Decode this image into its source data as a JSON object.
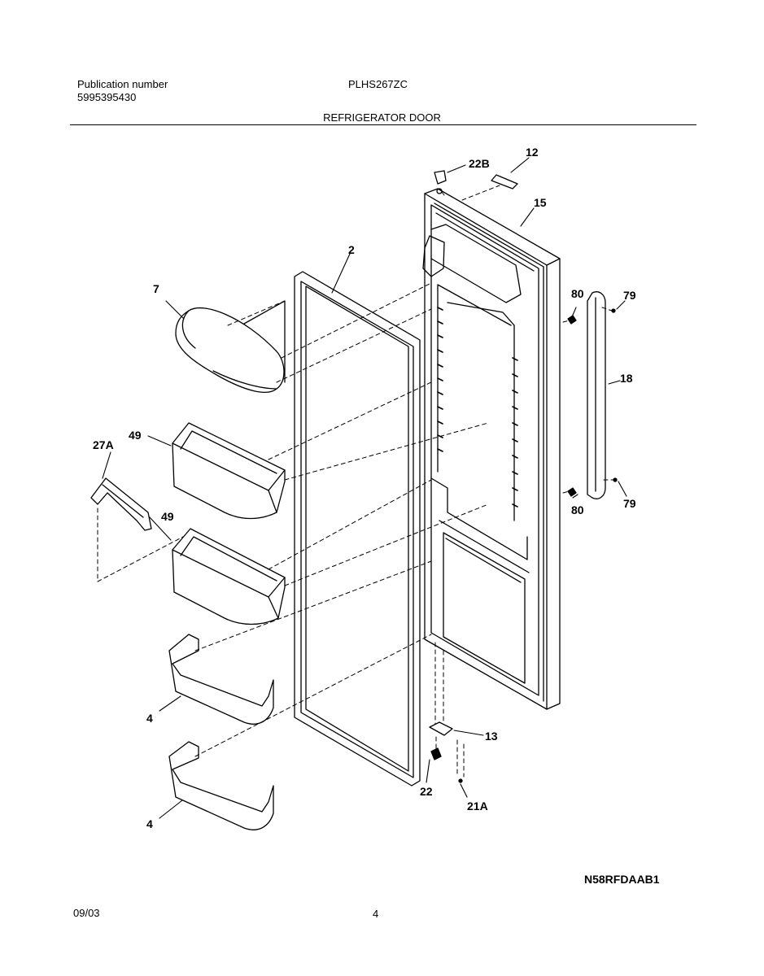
{
  "header": {
    "publication_label": "Publication number",
    "publication_number": "5995395430",
    "model": "PLHS267ZC",
    "section_title": "REFRIGERATOR DOOR"
  },
  "callouts": {
    "c22B": "22B",
    "c12": "12",
    "c15": "15",
    "c2": "2",
    "c7": "7",
    "c80a": "80",
    "c79a": "79",
    "c18": "18",
    "c49a": "49",
    "c27A": "27A",
    "c49b": "49",
    "c80b": "80",
    "c79b": "79",
    "c4a": "4",
    "c13": "13",
    "c22": "22",
    "c21A": "21A",
    "c4b": "4"
  },
  "footer": {
    "diagram_code": "N58RFDAAB1",
    "date": "09/03",
    "page": "4"
  }
}
